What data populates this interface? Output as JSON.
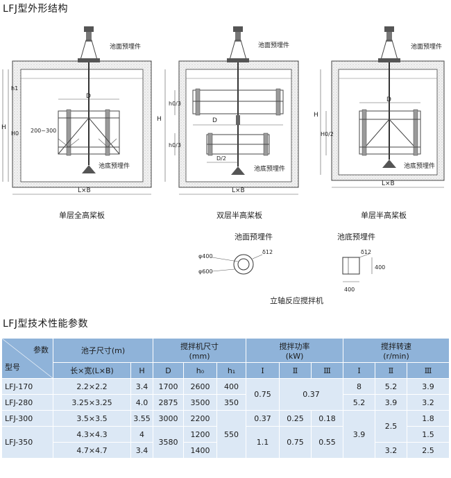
{
  "section1_title": "LFJ型外形结构",
  "section2_title": "LFJ型技术性能参数",
  "diagrams": {
    "d1": {
      "caption": "单层全高桨板",
      "top_label": "池面预埋件",
      "bottom_label": "池底预埋件",
      "dim_h1": "h1",
      "dim_H": "H",
      "dim_H0": "H0",
      "dim_D": "D",
      "dim_gap": "200~300",
      "dim_LB": "L×B"
    },
    "d2": {
      "caption": "双层半高桨板",
      "top_label": "池面预埋件",
      "bottom_label": "池底预埋件",
      "dim_H": "H",
      "dim_h03a": "h0/3",
      "dim_h03b": "h0/3",
      "dim_D": "D",
      "dim_D2": "D/2",
      "dim_LB": "L×B"
    },
    "d3": {
      "caption": "单层半高桨板",
      "top_label": "池面预埋件",
      "bottom_label": "池底预埋件",
      "dim_H": "H",
      "dim_H02": "H0/2",
      "dim_D": "D",
      "dim_LB": "L×B"
    }
  },
  "embeds": {
    "top": {
      "title": "池面预埋件",
      "phi400": "φ400",
      "phi600": "φ600",
      "delta": "δ12"
    },
    "bottom": {
      "title": "池底预埋件",
      "delta": "δ12",
      "height": "400",
      "width": "400"
    },
    "caption": "立轴反应搅拌机"
  },
  "table": {
    "model_label": "型号",
    "param_label": "参数",
    "pool_size": "池子尺寸(m)",
    "mixer_size": "搅拌机尺寸",
    "mixer_unit": "(mm)",
    "power": "搅拌功率",
    "power_unit": "(kW)",
    "speed": "搅拌转速",
    "speed_unit": "(r/min)",
    "lb": "长×宽(L×B)",
    "H": "H",
    "D": "D",
    "h0": "h₀",
    "h1": "h₁",
    "I": "Ⅰ",
    "II": "Ⅱ",
    "III": "Ⅲ",
    "rows": {
      "r1": {
        "model": "LFJ-170",
        "lb": "2.2×2.2",
        "H": "3.4",
        "D": "1700",
        "h0": "2600",
        "h1": "400",
        "s1": "8",
        "s2": "5.2",
        "s3": "3.9"
      },
      "r2": {
        "model": "LFJ-280",
        "lb": "3.25×3.25",
        "H": "4.0",
        "D": "2875",
        "h0": "3500",
        "h1": "350",
        "s1": "5.2",
        "s2": "3.9",
        "s3": "3.2"
      },
      "r3": {
        "model": "LFJ-300",
        "lb": "3.5×3.5",
        "H": "3.55",
        "D": "3000",
        "h0": "2200",
        "p1": "0.37",
        "p2": "0.25",
        "p3": "0.18",
        "s3": "1.8"
      },
      "r4": {
        "model": "LFJ-350",
        "lb1": "4.3×4.3",
        "H1": "4",
        "lb2": "4.7×4.7",
        "H2": "3.4",
        "D": "3580",
        "h0a": "1200",
        "h0b": "1400",
        "h1": "550",
        "p1": "1.1",
        "p2": "0.75",
        "p3": "0.55",
        "s3a": "1.5",
        "s2b": "3.2",
        "s3b": "2.5"
      },
      "m12": {
        "p1": "0.75",
        "p23": "0.37"
      },
      "m345": {
        "s1": "3.9",
        "s2": "2.5"
      }
    }
  }
}
